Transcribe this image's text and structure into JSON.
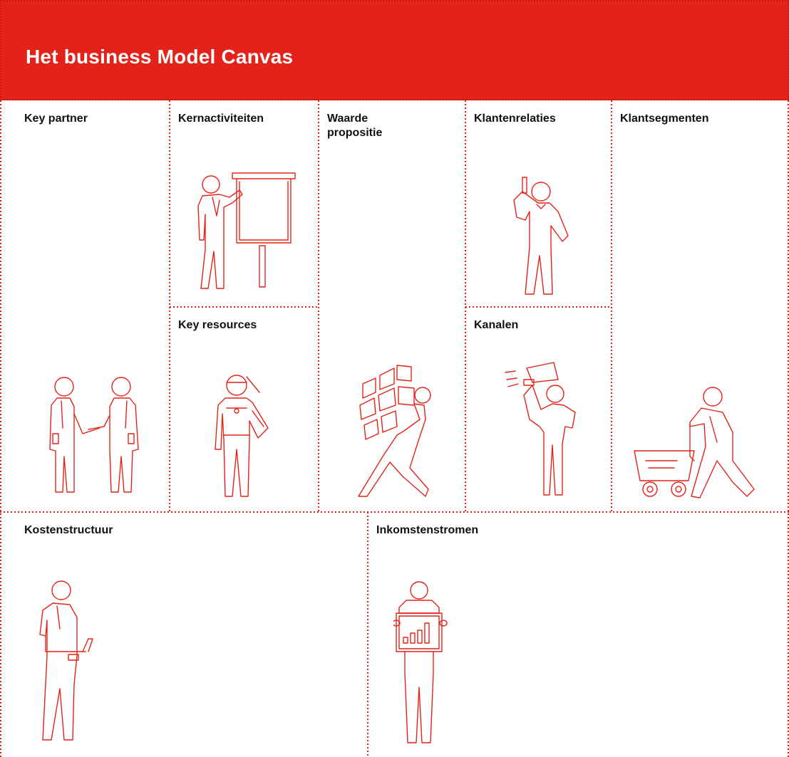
{
  "title": "Het business Model Canvas",
  "accent_color": "#e3231a",
  "blocks": {
    "key_partner": "Key partner",
    "kernactiviteiten": "Kernactiviteiten",
    "key_resources": "Key resources",
    "waarde_propositie": "Waarde propositie",
    "klantenrelaties": "Klantenrelaties",
    "kanalen": "Kanalen",
    "klantsegmenten": "Klantsegmenten",
    "kostenstructuur": "Kostenstructuur",
    "inkomstenstromen": "Inkomstenstromen"
  },
  "icons": [
    "handshake-icon",
    "presenter-whiteboard-icon",
    "worker-pickaxe-icon",
    "carrying-boxes-icon",
    "phone-call-icon",
    "megaphone-icon",
    "shopping-cart-icon",
    "laptop-person-icon",
    "chart-board-icon"
  ]
}
